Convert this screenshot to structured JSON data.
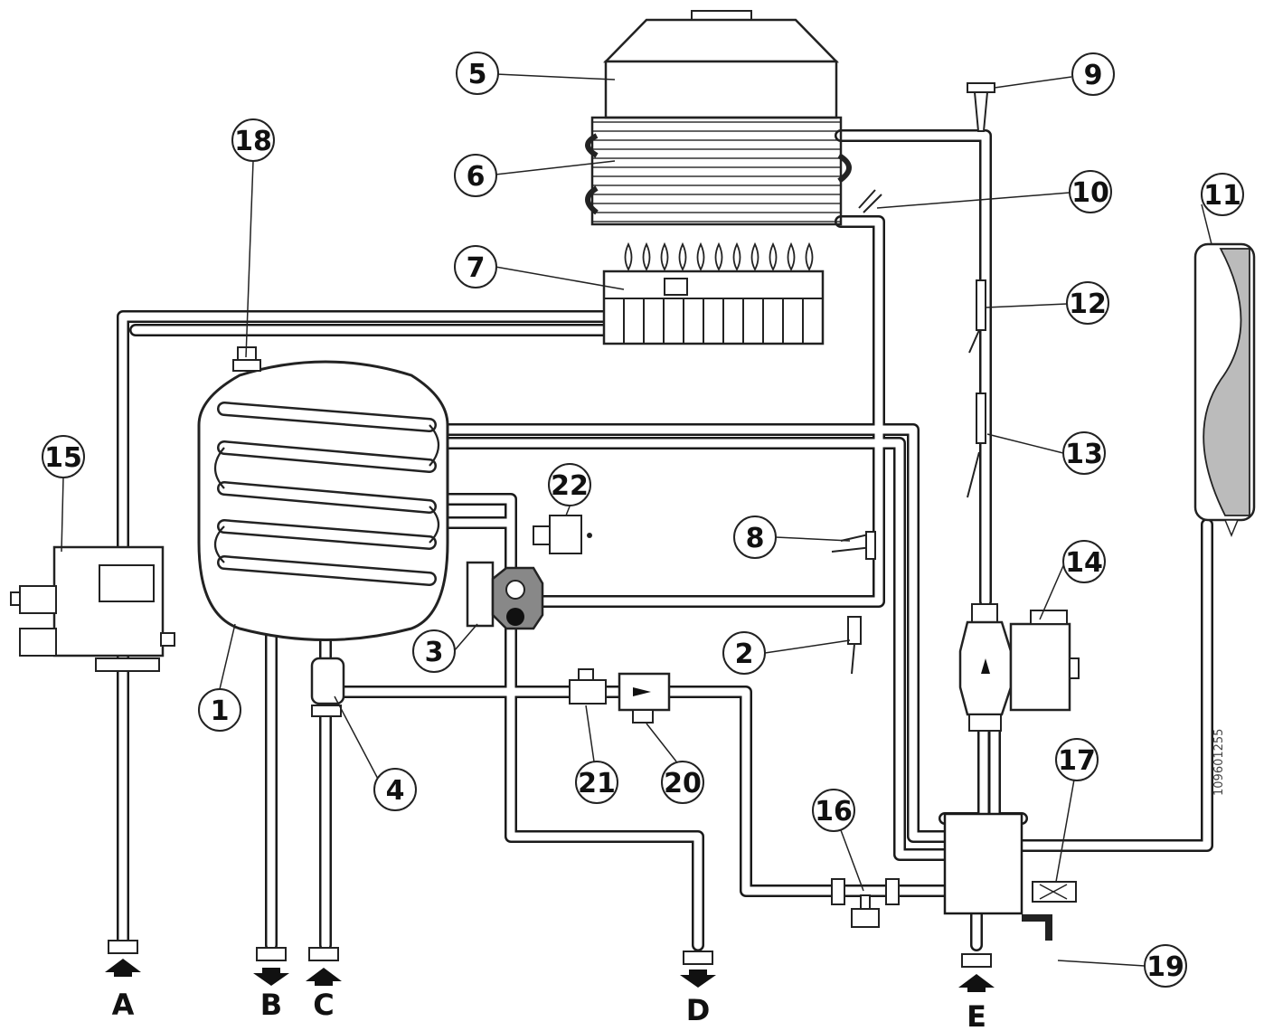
{
  "callouts": [
    "1",
    "2",
    "3",
    "4",
    "5",
    "6",
    "7",
    "8",
    "9",
    "10",
    "11",
    "12",
    "13",
    "14",
    "15",
    "16",
    "17",
    "18",
    "19",
    "20",
    "21",
    "22"
  ],
  "ports": [
    "A",
    "B",
    "C",
    "D",
    "E"
  ],
  "drawing_code": "109601255",
  "colors": {
    "line": "#1a1a1a",
    "pipe_fill": "#ffffff",
    "shading": "#bbbbbb"
  }
}
